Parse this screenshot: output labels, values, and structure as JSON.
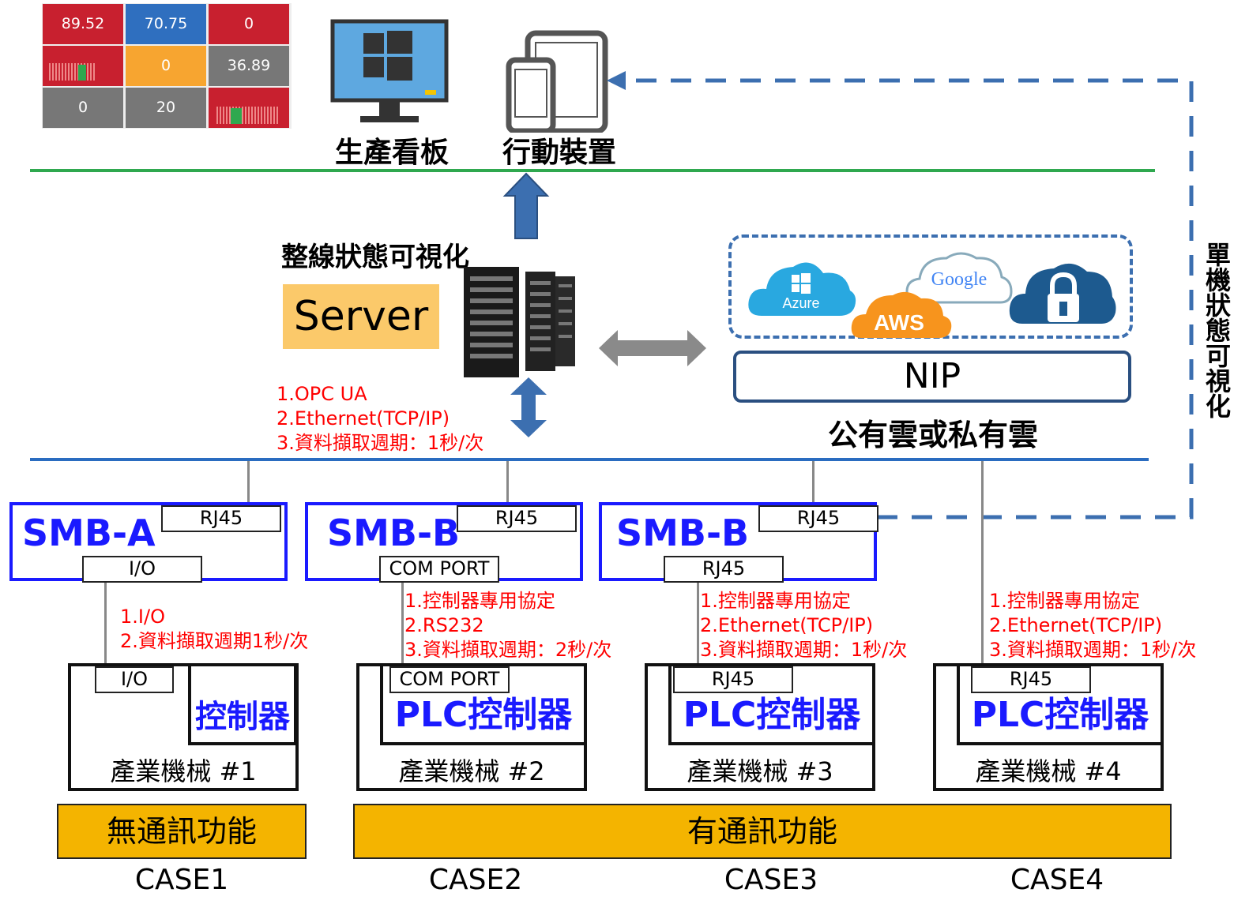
{
  "top": {
    "dashboard_label": "生產看板",
    "mobile_label": "行動裝置",
    "tiles": [
      {
        "value": "89.52",
        "color": "#c8202f"
      },
      {
        "value": "70.75",
        "color": "#2f6fbf"
      },
      {
        "value": "0",
        "color": "#c8202f"
      },
      {
        "value": "",
        "color": "#c8202f"
      },
      {
        "value": "0",
        "color": "#f7a530"
      },
      {
        "value": "36.89",
        "color": "#777777"
      },
      {
        "value": "0",
        "color": "#777777"
      },
      {
        "value": "20",
        "color": "#777777"
      },
      {
        "value": "",
        "color": "#c8202f"
      }
    ]
  },
  "server": {
    "title": "整線狀態可視化",
    "label": "Server",
    "protocol_lines": [
      "1.OPC UA",
      "2.Ethernet(TCP/IP)",
      "3.資料擷取週期：1秒/次"
    ]
  },
  "cloud": {
    "providers": [
      "Azure",
      "Google",
      "AWS"
    ],
    "nip_label": "NIP",
    "caption": "公有雲或私有雲"
  },
  "side_label": "單機狀態可視化",
  "smb_units": [
    {
      "title": "SMB-A",
      "top_port": "RJ45",
      "bottom_port": "I/O"
    },
    {
      "title": "SMB-B",
      "top_port": "RJ45",
      "bottom_port": "COM PORT"
    },
    {
      "title": "SMB-B",
      "top_port": "RJ45",
      "bottom_port": "RJ45"
    }
  ],
  "link_notes": [
    [
      "1.I/O",
      "2.資料擷取週期1秒/次"
    ],
    [
      "1.控制器專用協定",
      "2.RS232",
      "3.資料擷取週期：2秒/次"
    ],
    [
      "1.控制器專用協定",
      "2.Ethernet(TCP/IP)",
      "3.資料擷取週期：1秒/次"
    ],
    [
      "1.控制器專用協定",
      "2.Ethernet(TCP/IP)",
      "3.資料擷取週期：1秒/次"
    ]
  ],
  "machines": [
    {
      "port": "I/O",
      "controller": "控制器",
      "label": "產業機械  #1"
    },
    {
      "port": "COM PORT",
      "controller": "PLC控制器",
      "label": "產業機械  #2"
    },
    {
      "port": "RJ45",
      "controller": "PLC控制器",
      "label": "產業機械  #3"
    },
    {
      "port": "RJ45",
      "controller": "PLC控制器",
      "label": "產業機械  #4"
    }
  ],
  "bands": {
    "no_comm": "無通訊功能",
    "comm": "有通訊功能"
  },
  "cases": [
    "CASE1",
    "CASE2",
    "CASE3",
    "CASE4"
  ]
}
